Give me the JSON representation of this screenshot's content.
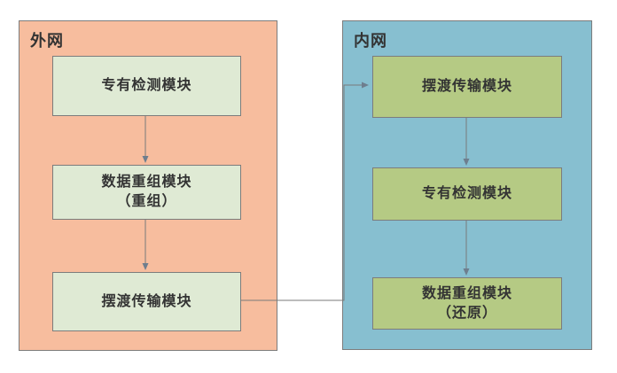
{
  "diagram": {
    "title": "network-isolation-ferry-transfer-diagram",
    "panels": [
      {
        "id": "external-network",
        "label": "外网",
        "nodes": [
          {
            "label": "专有检测模块"
          },
          {
            "label": "数据重组模块",
            "label2": "（重组）"
          },
          {
            "label": "摆渡传输模块"
          }
        ]
      },
      {
        "id": "internal-network",
        "label": "内网",
        "nodes": [
          {
            "label": "摆渡传输模块"
          },
          {
            "label": "专有检测模块"
          },
          {
            "label": "数据重组模块",
            "label2": "（还原）"
          }
        ]
      }
    ],
    "connections": [
      "外网:专有检测模块 -> 外网:数据重组模块（重组）",
      "外网:数据重组模块（重组） -> 外网:摆渡传输模块",
      "外网:摆渡传输模块 -> 内网:摆渡传输模块",
      "内网:摆渡传输模块 -> 内网:专有检测模块",
      "内网:专有检测模块 -> 内网:数据重组模块（还原）"
    ],
    "colors": {
      "external-panel-bg": "#f7bd9e",
      "external-node-bg": "#dfead4",
      "internal-panel-bg": "#87bfd0",
      "internal-node-bg": "#b5ca84",
      "border": "#7c7c7c",
      "text": "#333333",
      "connector": "#7a7a7a",
      "arrowhead": "#6e7e8e",
      "page-bg": "#ffffff"
    }
  }
}
